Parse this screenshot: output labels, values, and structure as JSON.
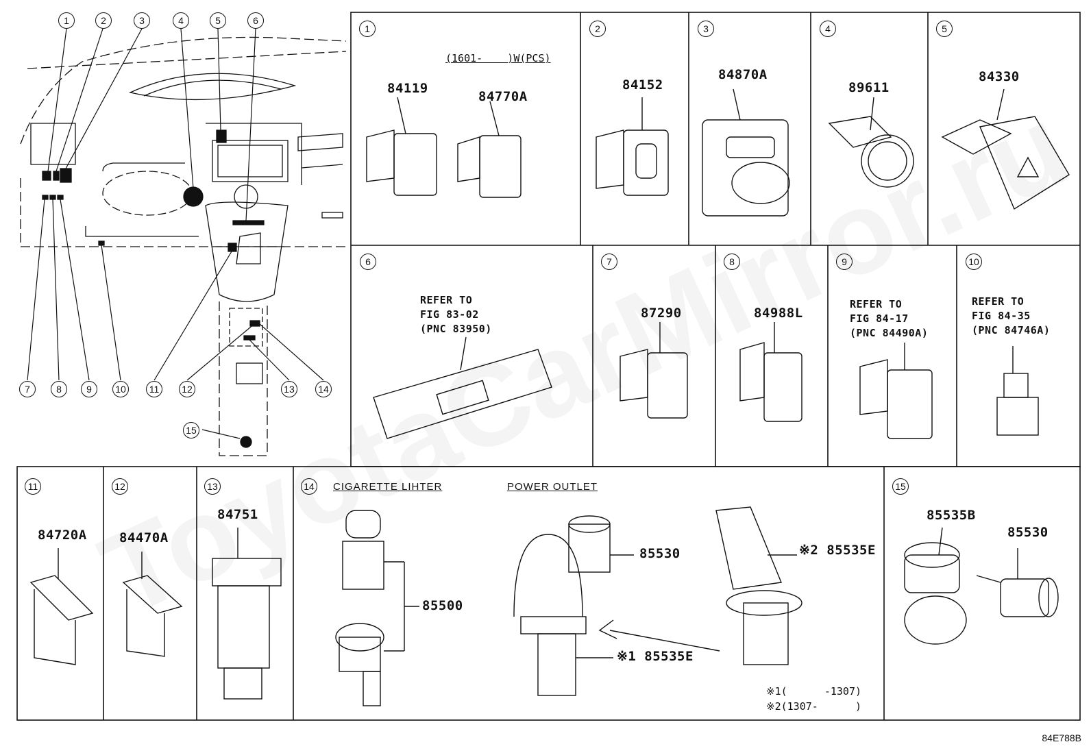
{
  "watermark": "ToyotaCarMirror.ru",
  "drawing_code": "84E788B",
  "overview_callouts": [
    "1",
    "2",
    "3",
    "4",
    "5",
    "6",
    "7",
    "8",
    "9",
    "10",
    "11",
    "12",
    "13",
    "14",
    "15"
  ],
  "panels": {
    "p1": {
      "num": "1",
      "header": "(1601-    )W(PCS)",
      "parts": [
        "84119",
        "84770A"
      ]
    },
    "p2": {
      "num": "2",
      "parts": [
        "84152"
      ]
    },
    "p3": {
      "num": "3",
      "parts": [
        "84870A"
      ]
    },
    "p4": {
      "num": "4",
      "parts": [
        "89611"
      ]
    },
    "p5": {
      "num": "5",
      "parts": [
        "84330"
      ]
    },
    "p6": {
      "num": "6",
      "ref": "REFER TO\nFIG 83-02\n(PNC 83950)"
    },
    "p7": {
      "num": "7",
      "parts": [
        "87290"
      ]
    },
    "p8": {
      "num": "8",
      "parts": [
        "84988L"
      ]
    },
    "p9": {
      "num": "9",
      "ref": "REFER TO\nFIG 84-17\n(PNC 84490A)"
    },
    "p10": {
      "num": "10",
      "ref": "REFER TO\nFIG 84-35\n(PNC 84746A)"
    },
    "p11": {
      "num": "11",
      "parts": [
        "84720A"
      ]
    },
    "p12": {
      "num": "12",
      "parts": [
        "84470A"
      ]
    },
    "p13": {
      "num": "13",
      "parts": [
        "84751"
      ]
    },
    "p14": {
      "num": "14",
      "caption_left": "CIGARETTE LIHTER",
      "caption_right": "POWER OUTLET",
      "parts": [
        "85500",
        "85530",
        "※2 85535E",
        "※1 85535E"
      ],
      "notes": [
        "※1(      -1307)",
        "※2(1307-      )"
      ]
    },
    "p15": {
      "num": "15",
      "parts": [
        "85535B",
        "85530"
      ]
    }
  }
}
